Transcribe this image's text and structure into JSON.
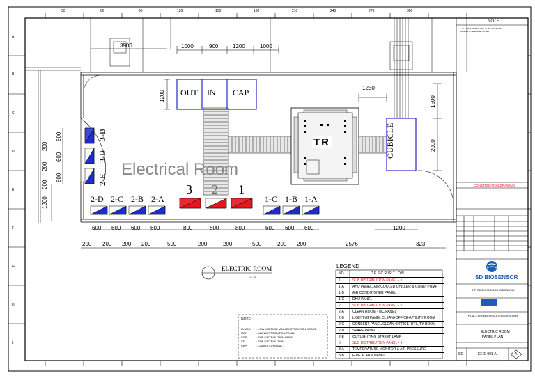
{
  "top_ruler": [
    "30",
    "60",
    "90",
    "120",
    "150",
    "180",
    "210",
    "240",
    "270",
    "300"
  ],
  "left_ruler": [
    "A",
    "B",
    "C",
    "D",
    "E",
    "F",
    "G",
    "H",
    "I"
  ],
  "rooms": {
    "title_watermark": "Electrical Room",
    "electric_room_caption": "ELECTRIC ROOM",
    "scale_caption": "1 : 50"
  },
  "equipment": {
    "out": "OUT",
    "in": "IN",
    "cap": "CAP",
    "tr": "TR",
    "cubicle": "CUBICLE"
  },
  "panels_labels": {
    "p3": "3",
    "p2": "2",
    "p1": "1",
    "p2d": "2-D",
    "p2c": "2-C",
    "p2b": "2-B",
    "p2a": "2-A",
    "p1c": "1-C",
    "p1b": "1-B",
    "p1a": "1-A",
    "p3b": "3-B",
    "p3bb": "3-B",
    "p2e": "2-E"
  },
  "dimensions": {
    "d3900": "3900",
    "d1000a": "1000",
    "d900": "900",
    "d1200a": "1200",
    "d1000b": "1000",
    "d1200v": "1200",
    "d1250": "1250",
    "d1500": "1500",
    "d2000": "2000",
    "d600a": "600",
    "d600b": "600",
    "d600c": "600",
    "d600d": "600",
    "d800a": "800",
    "d800b": "800",
    "d800c": "800",
    "d600e": "600",
    "d600f": "600",
    "d600g": "600",
    "d1200h": "1200",
    "d200a": "200",
    "d200b": "200",
    "d200c": "200",
    "d200d": "200",
    "d500a": "500",
    "d200e": "200",
    "d200f": "200",
    "d500b": "500",
    "d200g": "200",
    "d200h": "200",
    "d2576": "2576",
    "d323": "323",
    "v200a": "200",
    "v600a": "600",
    "v200b": "200",
    "v600b": "600",
    "v200c": "200",
    "v600c": "600",
    "v1200": "1200"
  },
  "legend": {
    "title": "LEGEND",
    "col_no": "NO",
    "col_desc": "D E S C R I P T I O N",
    "rows": [
      {
        "no": "1",
        "desc": "SUB DISTRIBUTION PANEL - 1",
        "red": true
      },
      {
        "no": "1-A",
        "desc": "AHU PANEL, AIR COOLED CHILLER & COND. PUMP",
        "red": false
      },
      {
        "no": "1-B",
        "desc": "AIR CONDITIONER PANEL",
        "red": false
      },
      {
        "no": "1-C",
        "desc": "DHU PANEL",
        "red": false
      },
      {
        "no": "2",
        "desc": "SUB DISTRIBUTION PANEL - 2",
        "red": true
      },
      {
        "no": "2-A",
        "desc": "CLEAN ROOM - MC PANEL",
        "red": false
      },
      {
        "no": "2-B",
        "desc": "LIGHTING PANEL CLEAN+OFFICE+UTILITY ROOM",
        "red": false
      },
      {
        "no": "2-C",
        "desc": "CONSENT PANEL CLEAN+OFFICE+UTILITY ROOM",
        "red": false
      },
      {
        "no": "2-D",
        "desc": "SPARE PANEL",
        "red": false
      },
      {
        "no": "2-E",
        "desc": "OUTLIGHTING STREET LAMP",
        "red": false
      },
      {
        "no": "3",
        "desc": "SUB DISTRIBUTION PANEL - 3",
        "red": true
      },
      {
        "no": "3-A",
        "desc": "TEMPERATURE MONITOR & AIR PRESSURE",
        "red": false
      },
      {
        "no": "3-B",
        "desc": "FIRE ALARM PANEL",
        "red": false
      }
    ]
  },
  "note_box": {
    "title": "NOTE :",
    "rows": [
      {
        "abbr": "LVMDB",
        "desc": ": LOW VOLTAGE MAIN DISTRIBUTION BOARD"
      },
      {
        "abbr": "MDP",
        "desc": ": MAIN DISTRIBUTION PANEL"
      },
      {
        "abbr": "SDP",
        "desc": ": SUB DISTRIBUTION PANEL"
      },
      {
        "abbr": "SD",
        "desc": ": SUB DISTRIBUTION"
      },
      {
        "abbr": "CAP",
        "desc": ": CAPACITOR BANK 1"
      }
    ]
  },
  "title_block": {
    "note_header": "NOTE",
    "note_text": "1. ALL DIMENSIONS ARE IN MILLIMETERS UNLESS OTHERWISE NOTED",
    "construction_drawing": "CONSTRUCTION DRAWING",
    "company": "SD BIOSENSOR",
    "project": "PT. SD BIOSENSOR INDONESIA",
    "contractor": "PT. ACE ENGINEERING & CONSTRUCTION",
    "drawing_title_1": "ELECTRIC ROOM",
    "drawing_title_2": "PANEL PLAN",
    "discipline": "SD",
    "drawing_no": "EE-E-001-A",
    "revision_mark": "A"
  },
  "colors": {
    "blue_line": "#2a2ac8",
    "red_panel": "#e8141e",
    "blue_panel": "#1e2ad2",
    "brand_blue": "#1a5fb4"
  }
}
